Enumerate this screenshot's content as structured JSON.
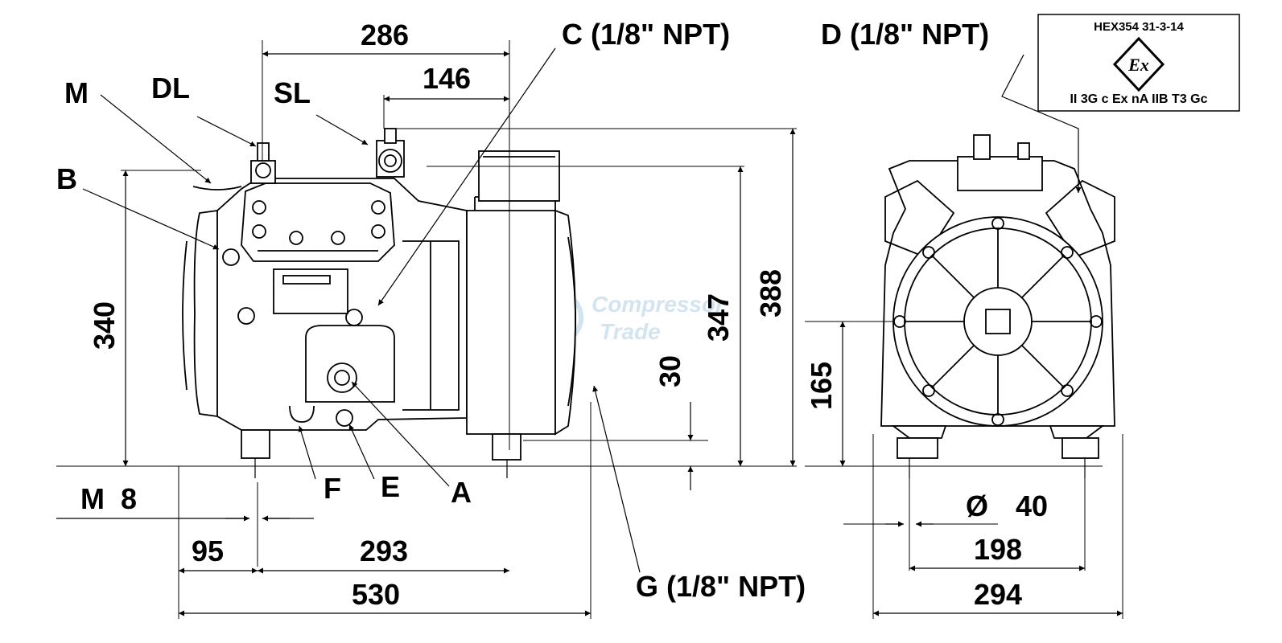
{
  "cert_box": {
    "code": "HEX354 31-3-14",
    "ex_symbol": "Ex",
    "marking": "II 3G c Ex nA IIB T3 Gc"
  },
  "watermark": {
    "line1": "Compressor",
    "line2": "Trade"
  },
  "port_labels": {
    "c": "C (1/8\" NPT)",
    "d": "D (1/8\" NPT)",
    "g": "G (1/8\" NPT)",
    "m": "M",
    "dl": "DL",
    "sl": "SL",
    "b": "B",
    "f": "F",
    "e": "E",
    "a": "A"
  },
  "dimensions": {
    "d286": "286",
    "d146": "146",
    "d340": "340",
    "d347": "347",
    "d388": "388",
    "d30": "30",
    "d165": "165",
    "m8": "M  8",
    "d95": "95",
    "d293": "293",
    "d530": "530",
    "d40": "40",
    "diameter_symbol": "Ø",
    "d198": "198",
    "d294": "294"
  }
}
